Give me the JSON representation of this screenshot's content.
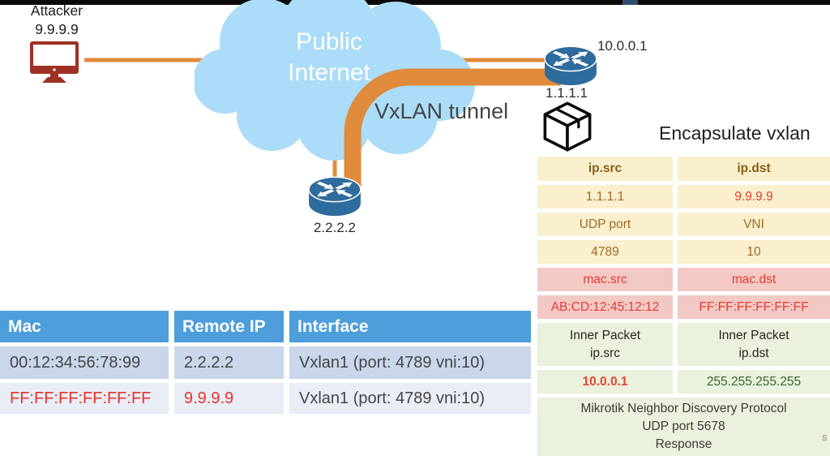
{
  "slide": {
    "attacker": {
      "label": "Attacker\n9.9.9.9"
    },
    "cloud": {
      "label": "Public\nInternet"
    },
    "tunnel": {
      "label": "VxLAN tunnel"
    },
    "router_hq": {
      "lan_ip": "10.0.0.1",
      "wan_ip": "1.1.1.1"
    },
    "router_remote": {
      "ip": "2.2.2.2"
    },
    "encapsulate_title": "Encapsulate vxlan",
    "corner_mark": "s"
  },
  "packet_table": {
    "rows": [
      {
        "cells": [
          "ip.src",
          "ip.dst"
        ]
      },
      {
        "cells": [
          "1.1.1.1",
          "9.9.9.9"
        ]
      },
      {
        "cells": [
          "UDP port",
          "VNI"
        ]
      },
      {
        "cells": [
          "4789",
          "10"
        ]
      },
      {
        "cells": [
          "mac.src",
          "mac.dst"
        ]
      },
      {
        "cells": [
          "AB:CD:12:45:12:12",
          "FF:FF:FF:FF:FF:FF"
        ]
      },
      {
        "cells": [
          "Inner Packet\nip.src",
          "Inner Packet\nip.dst"
        ]
      },
      {
        "cells": [
          "10.0.0.1",
          "255.255.255.255"
        ]
      },
      {
        "cells": [
          "Mikrotik Neighbor Discovery Protocol\nUDP port 5678\nResponse"
        ]
      }
    ]
  },
  "fdb_table": {
    "headers": [
      "Mac",
      "Remote IP",
      "Interface"
    ],
    "rows": [
      [
        "00:12:34:56:78:99",
        "2.2.2.2",
        "Vxlan1 (port: 4789 vni:10)"
      ],
      [
        "FF:FF:FF:FF:FF:FF",
        "9.9.9.9",
        "Vxlan1 (port: 4789 vni:10)"
      ]
    ]
  },
  "palette": {
    "orange": "#e08a3c",
    "cloud_blue": "#abdcf8",
    "router_blue": "#2e6c9e",
    "monitor_red": "#9e3123",
    "table_header_blue": "#4d9edb",
    "alert_red": "#e63b2e",
    "yellow_bg": "#faf0cd",
    "pink_bg": "#f3c9c6",
    "green_bg": "#eaf1dc"
  }
}
